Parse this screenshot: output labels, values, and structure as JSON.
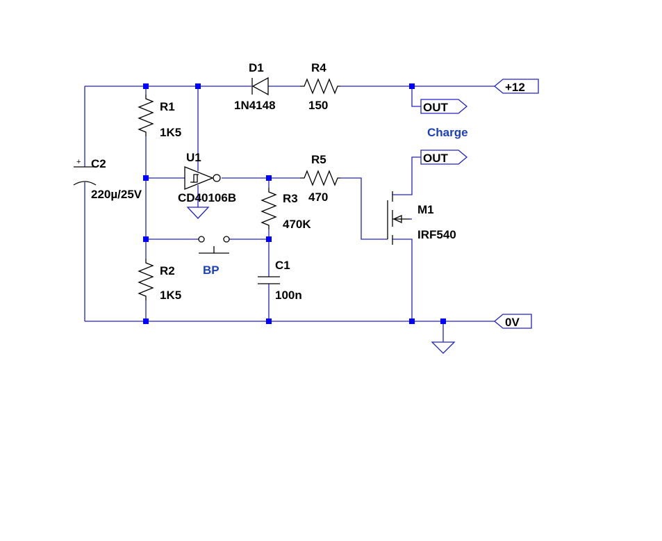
{
  "components": {
    "r1": {
      "ref": "R1",
      "value": "1K5"
    },
    "r2": {
      "ref": "R2",
      "value": "1K5"
    },
    "r3": {
      "ref": "R3",
      "value": "470K"
    },
    "r4": {
      "ref": "R4",
      "value": "150"
    },
    "r5": {
      "ref": "R5",
      "value": "470"
    },
    "c1": {
      "ref": "C1",
      "value": "100n"
    },
    "c2": {
      "ref": "C2",
      "value": "220µ/25V"
    },
    "d1": {
      "ref": "D1",
      "value": "1N4148"
    },
    "u1": {
      "ref": "U1",
      "value": "CD40106B"
    },
    "m1": {
      "ref": "M1",
      "value": "IRF540"
    },
    "bp": {
      "ref": "BP"
    }
  },
  "net_flags": {
    "plus12": "+12",
    "out_top": "OUT",
    "out_mid": "OUT",
    "zero_v": "0V"
  },
  "annotations": {
    "charge": "Charge"
  },
  "colors": {
    "wire": "#2020c8",
    "node": "#0000ff",
    "symbol": "#000000",
    "label_blue": "#1a3fbf"
  }
}
